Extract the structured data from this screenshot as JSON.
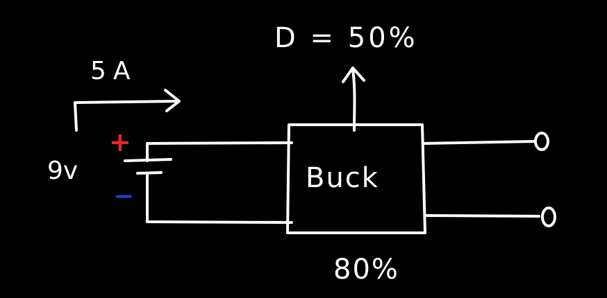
{
  "diagram": {
    "current_label": "5A",
    "voltage_label": "9v",
    "plus_sign": "+",
    "minus_sign": "−",
    "block_label": "Buck",
    "duty_cycle_label": "D = 50%",
    "efficiency_label": "80%"
  },
  "colors": {
    "background": "#000000",
    "lines": "#ffffff",
    "plus": "#e8242b",
    "minus": "#1d3fd6"
  }
}
